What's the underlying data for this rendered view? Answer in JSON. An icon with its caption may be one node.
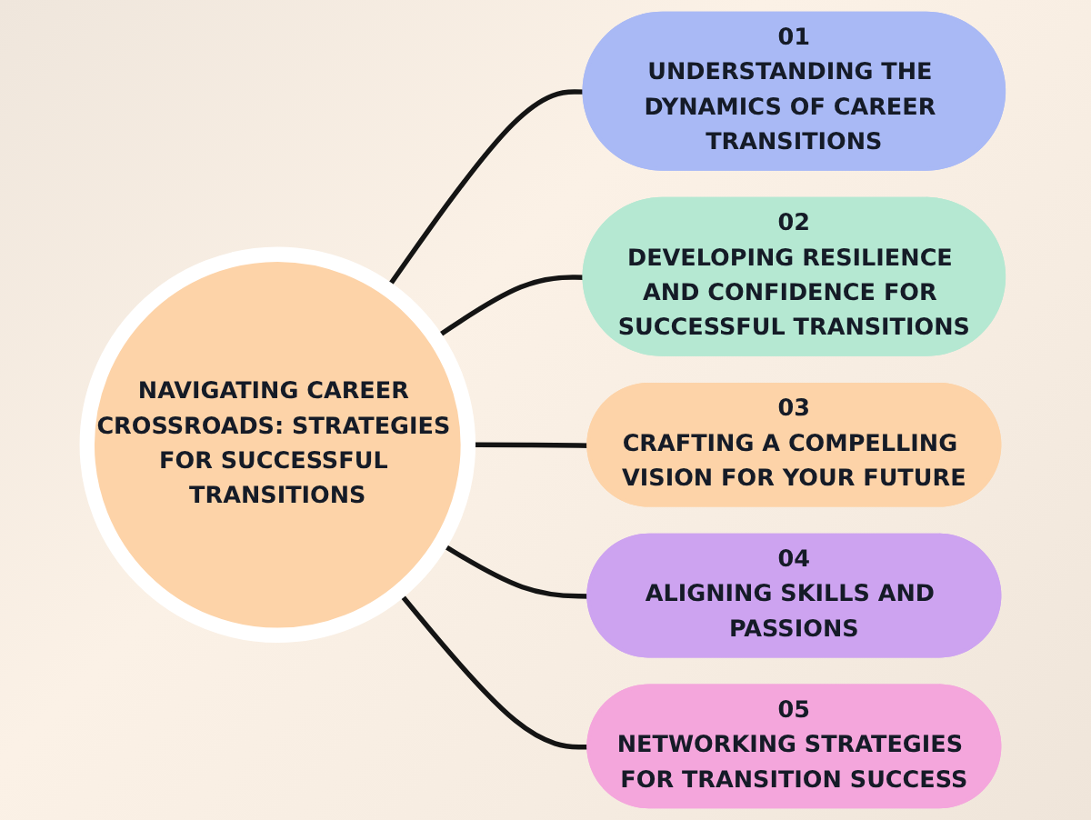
{
  "diagram": {
    "nodes": [
      {
        "text": [
          "NAVIGATING CAREER CROSSROADS: STRATEGIES FOR SUCCESSFUL TRANSITIONS"
        ]
      },
      {
        "text": [
          "01",
          "UNDERSTANDING THE DYNAMICS OF CAREER TRANSITIONS"
        ]
      },
      {
        "text": [
          "02",
          "DEVELOPING RESILIENCE AND CONFIDENCE FOR SUCCESSFUL TRANSITIONS"
        ]
      },
      {
        "text": [
          "03",
          "CRAFTING A COMPELLING VISION FOR YOUR FUTURE"
        ]
      },
      {
        "text": [
          "04",
          "ALIGNING SKILLS AND PASSIONS"
        ]
      },
      {
        "text": [
          "05",
          "NETWORKING STRATEGIES FOR TRANSITION SUCCESS"
        ]
      }
    ],
    "edges": [
      {
        "from": 0,
        "to": 1,
        "arrow": "none"
      },
      {
        "from": 0,
        "to": 2,
        "arrow": "none"
      },
      {
        "from": 0,
        "to": 3,
        "arrow": "none"
      },
      {
        "from": 0,
        "to": 4,
        "arrow": "none"
      },
      {
        "from": 0,
        "to": 5,
        "arrow": "none"
      }
    ]
  }
}
